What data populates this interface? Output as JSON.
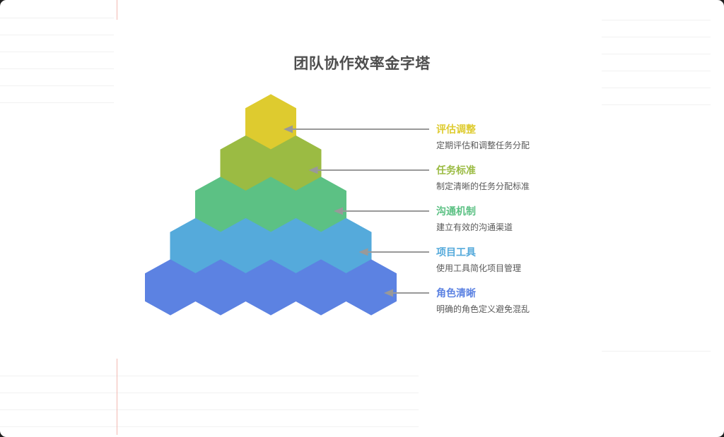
{
  "title": "团队协作效率金字塔",
  "pyramid": {
    "levels": [
      {
        "id": "evaluate-adjust",
        "label": "评估调整",
        "desc": "定期评估和调整任务分配",
        "color": "#decb2f"
      },
      {
        "id": "task-standards",
        "label": "任务标准",
        "desc": "制定清晰的任务分配标准",
        "color": "#9bbb43"
      },
      {
        "id": "communication",
        "label": "沟通机制",
        "desc": "建立有效的沟通渠道",
        "color": "#5cc184"
      },
      {
        "id": "project-tools",
        "label": "项目工具",
        "desc": "使用工具简化项目管理",
        "color": "#55aadb"
      },
      {
        "id": "clear-roles",
        "label": "角色清晰",
        "desc": "明确的角色定义避免混乱",
        "color": "#5c82e2"
      }
    ]
  },
  "colors": {
    "title_text": "#4d4d4d",
    "desc_text": "#595959",
    "connector": "#999999"
  }
}
